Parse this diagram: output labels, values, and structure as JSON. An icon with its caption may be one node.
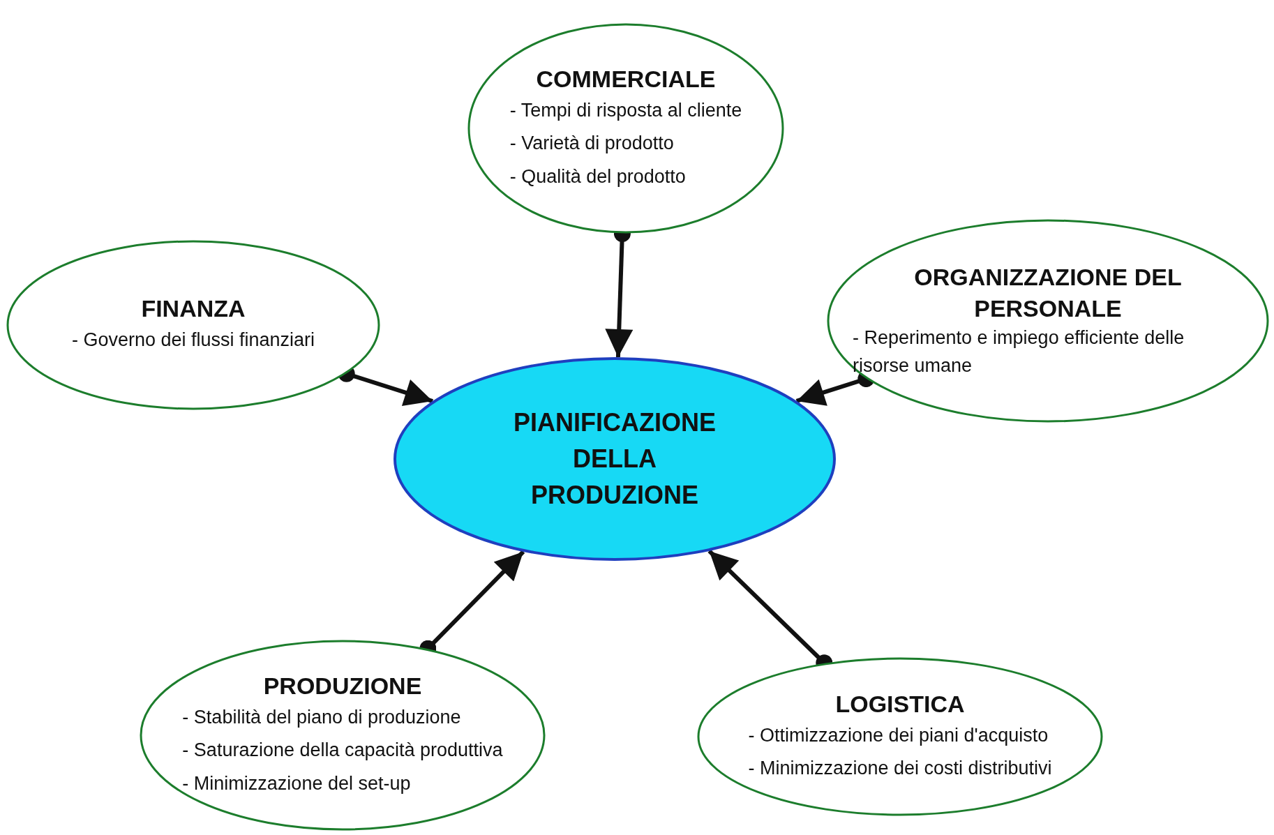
{
  "diagram": {
    "nodes": [
      {
        "text": [
          "COMMERCIALE",
          "- Tempi di risposta al cliente",
          "- Varietà di prodotto",
          "- Qualità del prodotto"
        ]
      },
      {
        "text": [
          "FINANZA",
          "- Governo dei flussi finanziari"
        ]
      },
      {
        "text": [
          "ORGANIZZAZIONE DEL PERSONALE",
          "- Reperimento e impiego efficiente delle risorse umane"
        ]
      },
      {
        "text": [
          "PIANIFICAZIONE DELLA PRODUZIONE"
        ]
      },
      {
        "text": [
          "PRODUZIONE",
          "- Stabilità del piano di produzione",
          "- Saturazione della capacità produttiva",
          "- Minimizzazione del set-up"
        ]
      },
      {
        "text": [
          "LOGISTICA",
          "- Ottimizzazione dei piani d'acquisto",
          "- Minimizzazione dei costi distributivi"
        ]
      }
    ],
    "edges": [
      {
        "from": 0,
        "to": 3,
        "arrow": "to"
      },
      {
        "from": 1,
        "to": 3,
        "arrow": "to"
      },
      {
        "from": 2,
        "to": 3,
        "arrow": "to"
      },
      {
        "from": 4,
        "to": 3,
        "arrow": "to"
      },
      {
        "from": 5,
        "to": 3,
        "arrow": "to"
      }
    ]
  }
}
